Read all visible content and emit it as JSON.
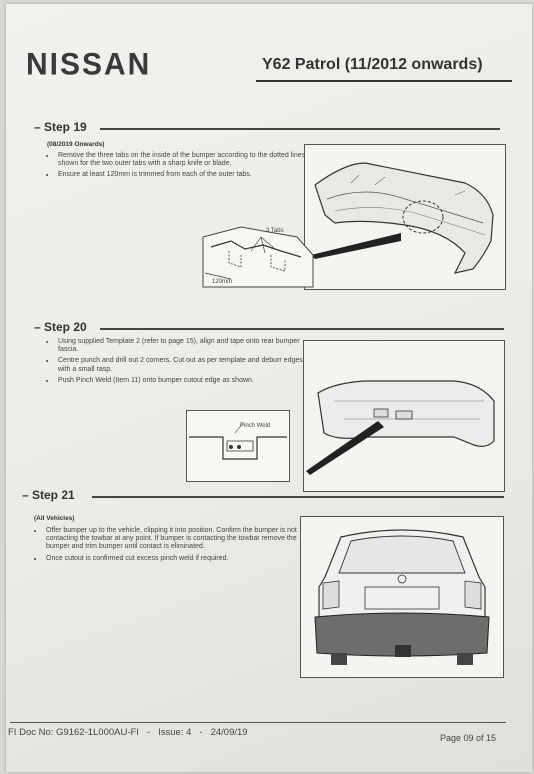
{
  "header": {
    "brand": "NISSAN",
    "model": "Y62 Patrol (11/2012 onwards)"
  },
  "steps": [
    {
      "title": "– Step 19",
      "subheading": "(08/2019 Onwards)",
      "bullets": [
        "Remove the three tabs on the inside of the bumper according to the dotted lines shown for the two outer tabs with a sharp knife or blade.",
        "Ensure at least 120mm is trimmed from each of the outer tabs."
      ],
      "callouts": [
        "3 Tabs",
        "120mm"
      ]
    },
    {
      "title": "– Step 20",
      "bullets": [
        "Using supplied Template 2 (refer to page 15), align and tape onto rear bumper fascia.",
        "Centre punch and drill out 2 corners. Cut out as per template and deburr edges with a small rasp.",
        "Push Pinch Weld (Item 11) onto bumper cutout edge as shown."
      ],
      "callouts": [
        "Pinch Weld"
      ]
    },
    {
      "title": "– Step 21",
      "subheading": "(All Vehicles)",
      "bullets": [
        "Offer bumper up to the vehicle, clipping it into position. Confirm the bumper is not contacting the towbar at any point. If bumper is contacting the towbar remove the bumper and trim bumper until contact is eliminated.",
        "Once cutout is confirmed cut excess pinch weld if required."
      ]
    }
  ],
  "footer": {
    "doc_no": "FI Doc No: G9162-1L000AU-FI",
    "issue": "Issue: 4",
    "date": "24/09/19",
    "page": "Page 09 of 15"
  },
  "icons": [
    "bumper-diagram-icon",
    "bumper-detail-icon",
    "pinch-weld-detail-icon",
    "vehicle-rear-icon"
  ]
}
